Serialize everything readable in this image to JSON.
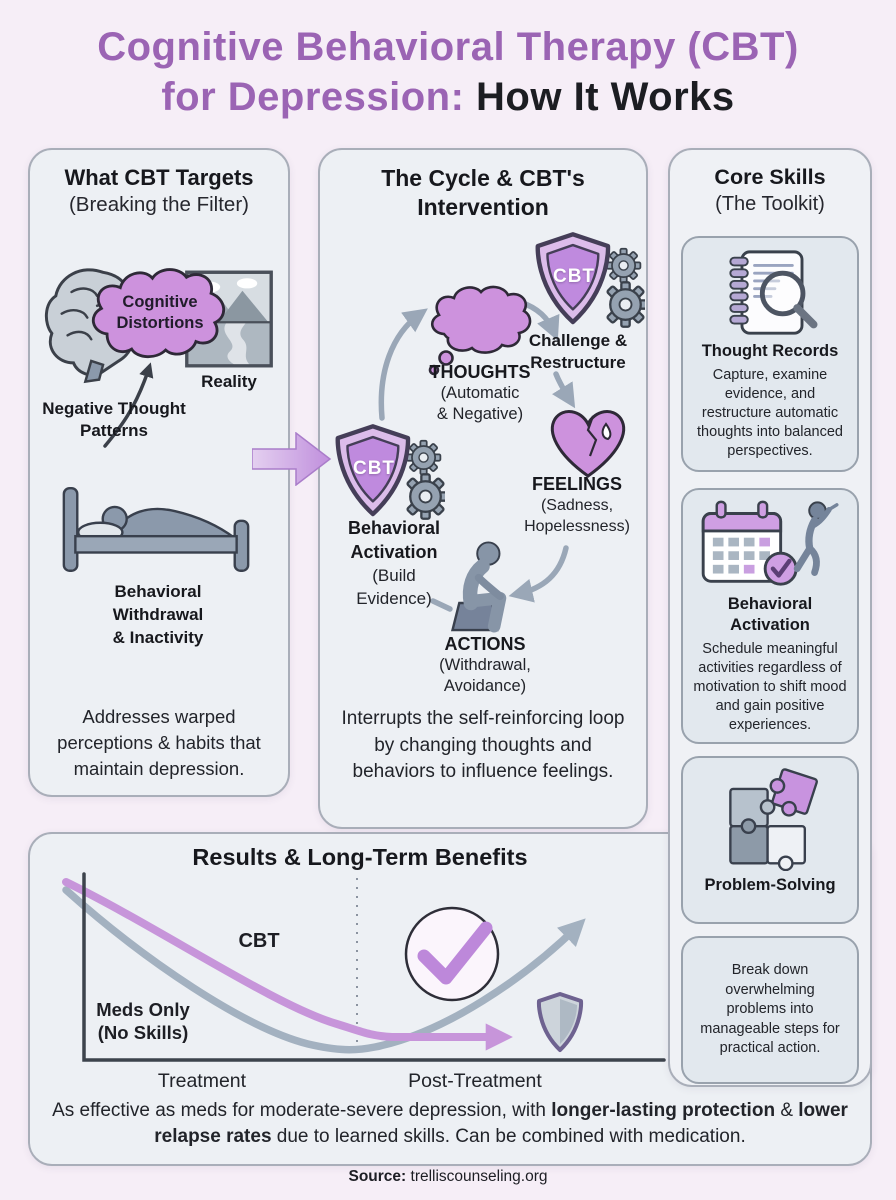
{
  "palette": {
    "page_bg": "#f6eef7",
    "panel_bg": "#edf0f4",
    "card_bg": "#e2e8ee",
    "border_gray": "#a9aeb9",
    "title_purple": "#9b64b4",
    "text_dark": "#22242a",
    "accent_purple": "#c793dc",
    "cloud_purple": "#cd92dd",
    "shield_purple": "#bf8ade",
    "icon_gray": "#8b99ab",
    "arrow_gray": "#9aa7b7",
    "line_gray": "#a3b1c0"
  },
  "title": {
    "line1": "Cognitive Behavioral Therapy (CBT)",
    "line2_purple": "for Depression: ",
    "line2_dark": "How It Works"
  },
  "left_panel": {
    "heading": "What CBT Targets",
    "subheading": "(Breaking the Filter)",
    "cloud_label": "Cognitive Distortions",
    "reality_label": "Reality",
    "negative_label": "Negative Thought Patterns",
    "bed_lines": [
      "Behavioral",
      "Withdrawal",
      "& Inactivity"
    ],
    "caption": "Addresses warped perceptions & habits that maintain depression.",
    "icons": [
      "brain-icon",
      "cognitive-distortions-cloud-icon",
      "reality-picture-icon",
      "curved-arrow-icon",
      "bed-person-icon"
    ]
  },
  "flow_arrow": {
    "icon": "big-right-arrow-icon"
  },
  "middle_panel": {
    "heading_lines": [
      "The Cycle & CBT's",
      "Intervention"
    ],
    "shield_top_label": "CBT",
    "shield_left_label": "CBT",
    "challenge_lines": [
      "Challenge &",
      "Restructure"
    ],
    "thoughts_title": "THOUGHTS",
    "thoughts_sub": [
      "(Automatic",
      "& Negative)"
    ],
    "feelings_title": "FEELINGS",
    "feelings_sub": [
      "(Sadness,",
      "Hopelessness)"
    ],
    "activation_bold": [
      "Behavioral",
      "Activation"
    ],
    "activation_sub": [
      "(Build",
      "Evidence)"
    ],
    "actions_title": "ACTIONS",
    "actions_sub": [
      "(Withdrawal,",
      "Avoidance)"
    ],
    "caption": "Interrupts the self-reinforcing loop by changing thoughts and behaviors to influence feelings.",
    "icons": [
      "cbt-shield-gears-icon",
      "thought-cloud-icon",
      "broken-heart-icon",
      "sitting-person-icon",
      "cycle-arrow-icon"
    ]
  },
  "right_panel": {
    "heading": "Core Skills",
    "subheading": "(The Toolkit)",
    "cards": [
      {
        "title": "Thought Records",
        "text": "Capture, examine evidence, and restructure automatic thoughts into balanced perspectives.",
        "icon": "notebook-magnifier-icon"
      },
      {
        "title": "Behavioral Activation",
        "text": "Schedule meaningful activities regardless of motivation to shift mood and gain positive experiences.",
        "icon": "calendar-check-walking-icon"
      },
      {
        "title": "Problem-Solving",
        "text": "",
        "icon": "puzzle-pieces-icon"
      },
      {
        "title": "",
        "text": "Break down overwhelming problems into manageable steps for practical action.",
        "icon": ""
      }
    ]
  },
  "results": {
    "heading": "Results & Long-Term Benefits",
    "cbt_line_label": "CBT",
    "meds_lines": [
      "Meds Only",
      "(No Skills)"
    ],
    "x_labels": [
      "Treatment",
      "Post-Treatment"
    ],
    "caption": {
      "p1": "As effective as meds for moderate-severe depression, with ",
      "b1": "longer-lasting protection",
      "p2": " & ",
      "b2": "lower relapse rates",
      "p3": " due to learned skills. Can be combined with medication."
    },
    "icons": [
      "check-circle-icon",
      "shield-small-icon",
      "rising-arrow-icon",
      "flat-arrow-icon",
      "dashed-divider"
    ]
  },
  "source": {
    "label": "Source:",
    "value": " trelliscounseling.org"
  },
  "chart_data": {
    "type": "line",
    "title": "Results & Long-Term Benefits",
    "xlabel_phases": [
      "Treatment",
      "Post-Treatment"
    ],
    "ylabel": "Depression symptom severity (implied, axis unlabeled)",
    "divider": "dashed vertical line at end of treatment",
    "x": [
      0,
      0.1,
      0.2,
      0.3,
      0.4,
      0.5,
      0.6,
      0.75,
      0.9
    ],
    "series": [
      {
        "name": "CBT",
        "color": "#c795da",
        "y": [
          0.95,
          0.85,
          0.74,
          0.62,
          0.48,
          0.35,
          0.27,
          0.26,
          0.26
        ],
        "post_treatment_trend": "stays low and flat (sustained recovery, shield icon at end)"
      },
      {
        "name": "Meds Only (No Skills)",
        "color": "#a3b1c0",
        "y": [
          0.93,
          0.72,
          0.5,
          0.32,
          0.2,
          0.14,
          0.2,
          0.45,
          0.72
        ],
        "post_treatment_trend": "rises again (relapse), arrow up-right through checkmark circle"
      }
    ],
    "grid": false,
    "legend_position": "inline labels on lines"
  }
}
